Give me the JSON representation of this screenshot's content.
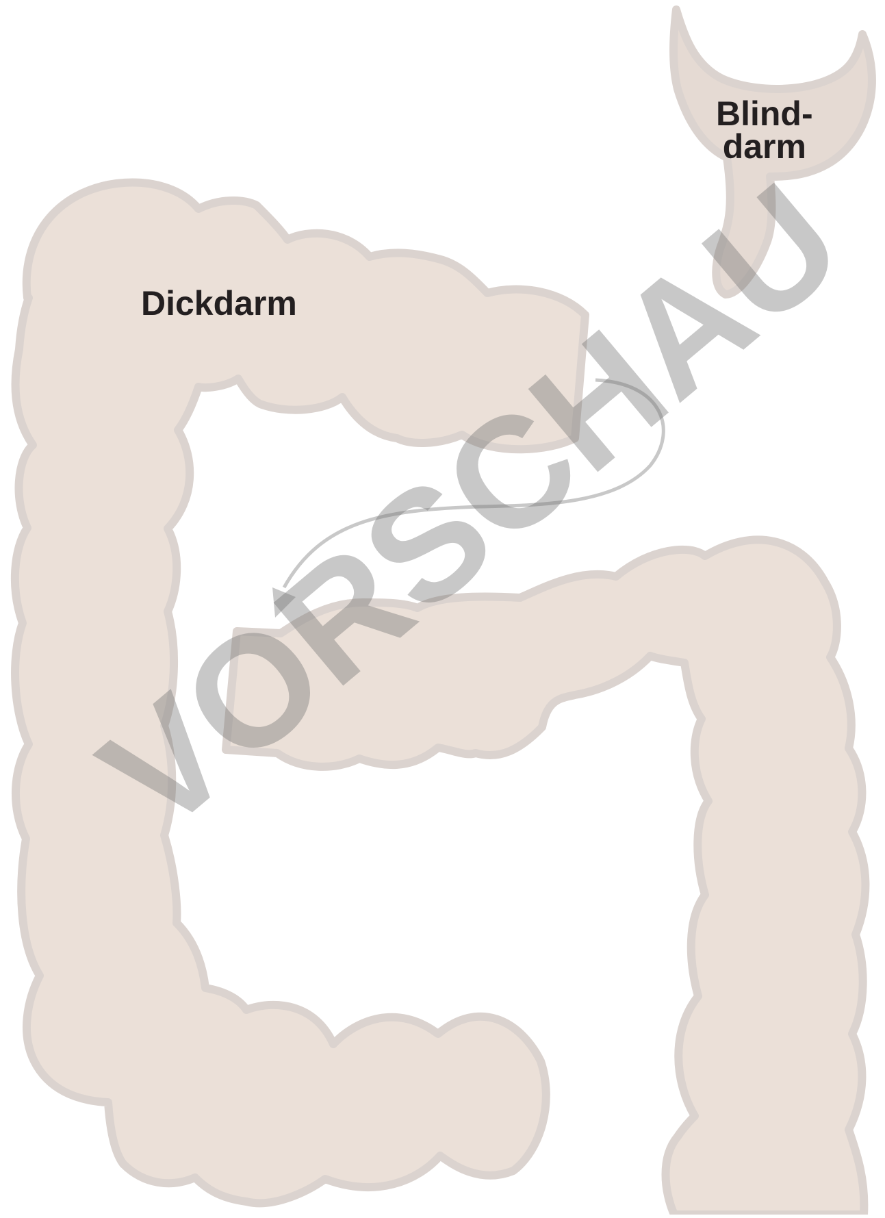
{
  "labels": {
    "large_intestine": "Dickdarm",
    "cecum_line1": "Blind-",
    "cecum_line2": "darm"
  },
  "watermark": {
    "text": "VORSCHAU"
  },
  "colors": {
    "organ_fill": "#ebe0d8",
    "organ_outline": "#dbd3cf",
    "label_text": "#231f20",
    "watermark": "#6e6e6e"
  }
}
